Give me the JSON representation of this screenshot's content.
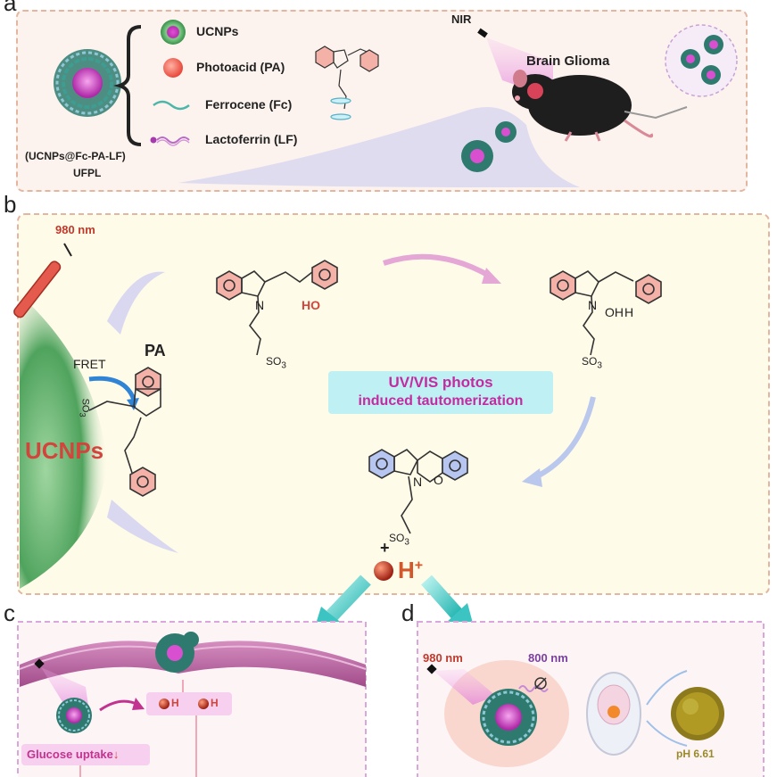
{
  "panel_a": {
    "letter": "a",
    "legend": {
      "ucnps": "UCNPs",
      "photoacid": "Photoacid (PA)",
      "ferrocene": "Ferrocene (Fc)",
      "lactoferrin": "Lactoferrin (LF)"
    },
    "nanoparticle_label": "(UCNPs@Fc-PA-LF)",
    "nanoparticle_abbrev": "UFPL",
    "nir_label": "NIR",
    "glioma_label": "Brain Glioma"
  },
  "panel_b": {
    "letter": "b",
    "laser_label": "980 nm",
    "pa_label": "PA",
    "fret_label": "FRET",
    "ucnps_label": "UCNPs",
    "tautomer_line1": "UV/VIS photos",
    "tautomer_line2": "induced tautomerization",
    "ho_label": "HO",
    "oh_label": "OH",
    "h_label": "H",
    "n_label": "N",
    "o_label": "O",
    "so3_label": "SO",
    "so3_sub": "3",
    "plus_sign": "+",
    "proton_label": "H",
    "proton_charge": "+"
  },
  "panel_c": {
    "letter": "c",
    "proton_1": "H",
    "proton_2": "H",
    "glucose_label": "Glucose uptake",
    "down_arrow": "↓"
  },
  "panel_d": {
    "letter": "d",
    "laser_980": "980 nm",
    "emission_800": "800 nm",
    "ph_label": "pH 6.61"
  },
  "colors": {
    "panel_border": "#e3b6a0",
    "panel_a_bg": "#fcf3ee",
    "panel_b_bg": "#fffbe9",
    "panel_c_border": "#d9a7d9",
    "accent_red": "#d2453c",
    "ucnps_green": "#3a8f4d",
    "tautomer_magenta": "#c22ca0",
    "tautomer_blue": "#4f87d8",
    "tautomer_box": "#bff0f4",
    "teal_arrow": "#3bc4c2"
  }
}
